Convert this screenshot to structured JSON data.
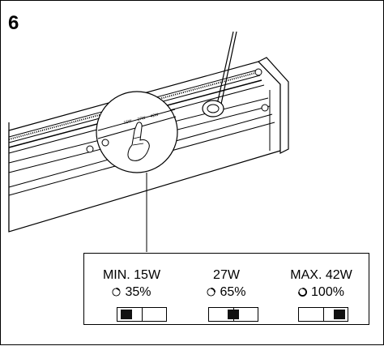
{
  "step_number": "6",
  "diagram": {
    "subject": "linear-light-fixture-wattage-switch",
    "magnifier_labels": [
      "15W",
      "27W",
      "42W"
    ]
  },
  "callout": {
    "settings": [
      {
        "label": "MIN. 15W",
        "percent": "35%",
        "switch_position": "left"
      },
      {
        "label": "27W",
        "percent": "65%",
        "switch_position": "center"
      },
      {
        "label": "MAX. 42W",
        "percent": "100%",
        "switch_position": "right"
      }
    ]
  }
}
